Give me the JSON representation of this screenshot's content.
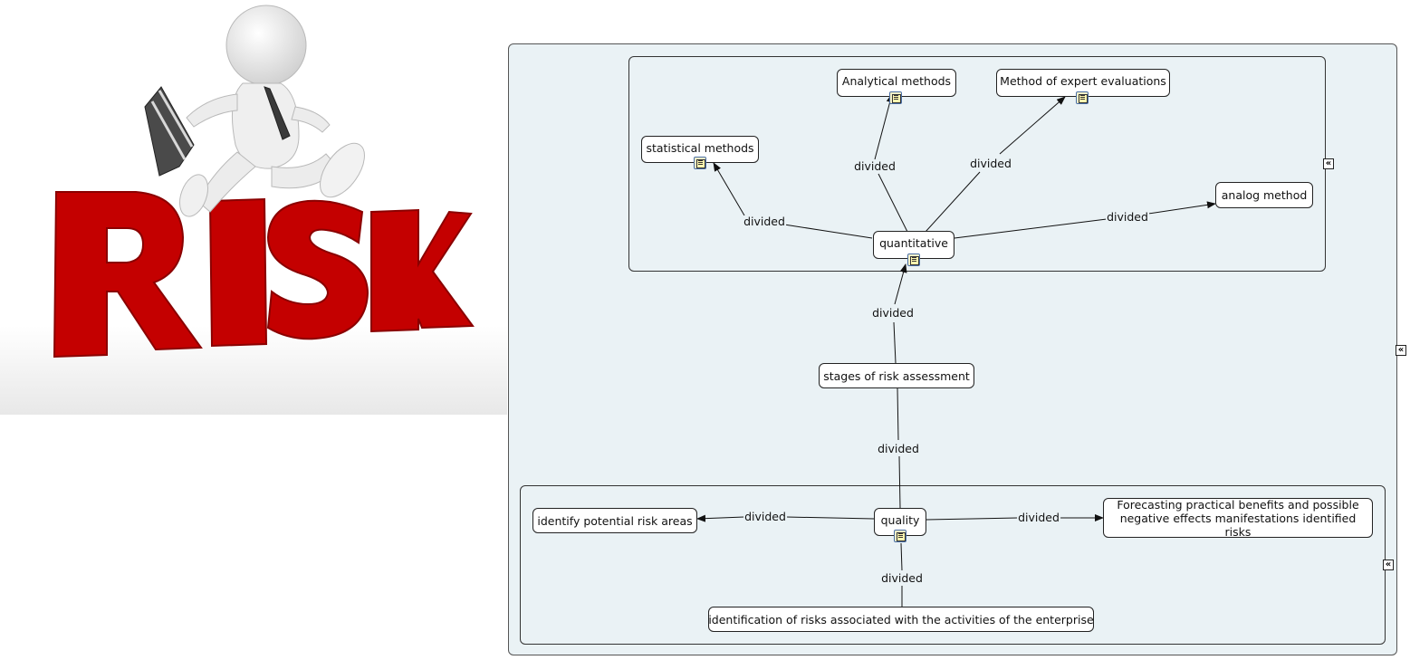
{
  "illustration": {
    "word": "RISK"
  },
  "nodes": {
    "analytical": "Analytical methods",
    "expert": "Method of expert evaluations",
    "statistical": "statistical methods",
    "analog": "analog method",
    "quantitative": "quantitative",
    "stages": "stages of risk assessment",
    "quality": "quality",
    "identify": "identify potential risk areas",
    "forecasting": "Forecasting practical benefits and possible negative effects manifestations identified risks",
    "identification": "identification of risks associated with the activities of the enterprise"
  },
  "link_labels": {
    "quant_stat": "divided",
    "quant_analytical": "divided",
    "quant_expert": "divided",
    "quant_analog": "divided",
    "stages_quant": "divided",
    "stages_quality": "divided",
    "quality_identify": "divided",
    "quality_forecast": "divided",
    "quality_identification": "divided"
  },
  "icons": {
    "resource": "resource-document-icon",
    "collapse": "collapse-double-chevron-icon"
  }
}
